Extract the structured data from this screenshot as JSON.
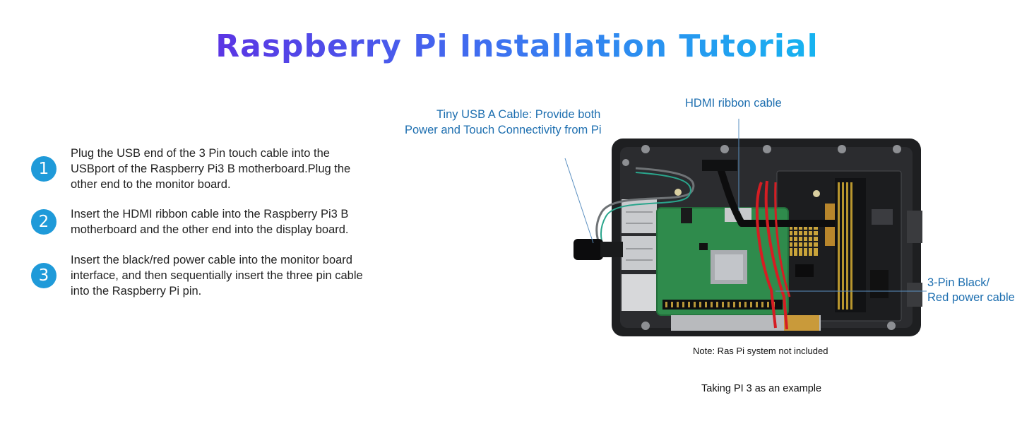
{
  "title": "Raspberry Pi Installation Tutorial",
  "steps": [
    {
      "number": "1",
      "text": "Plug the USB end of the 3 Pin touch cable into the USBport of the Raspberry Pi3 B motherboard.Plug the other end to the monitor board."
    },
    {
      "number": "2",
      "text": "Insert the HDMI ribbon cable into the Raspberry Pi3 B motherboard and the other end into the display board."
    },
    {
      "number": "3",
      "text": "Insert the black/red power cable into the monitor board interface, and then sequentially insert the three pin cable into the Raspberry Pi pin."
    }
  ],
  "callouts": {
    "usb_line1": "Tiny USB A Cable: Provide both",
    "usb_line2": "Power and Touch Connectivity from Pi",
    "hdmi": "HDMI ribbon cable",
    "power_line1": "3-Pin Black/",
    "power_line2": "Red power cable"
  },
  "note": "Note: Ras Pi system not included",
  "example": "Taking PI 3 as an example",
  "colors": {
    "title_gradient_start": "#5b35e4",
    "title_gradient_end": "#16b4f0",
    "badge": "#1f9ad9",
    "callout_text": "#1e6fb0"
  }
}
